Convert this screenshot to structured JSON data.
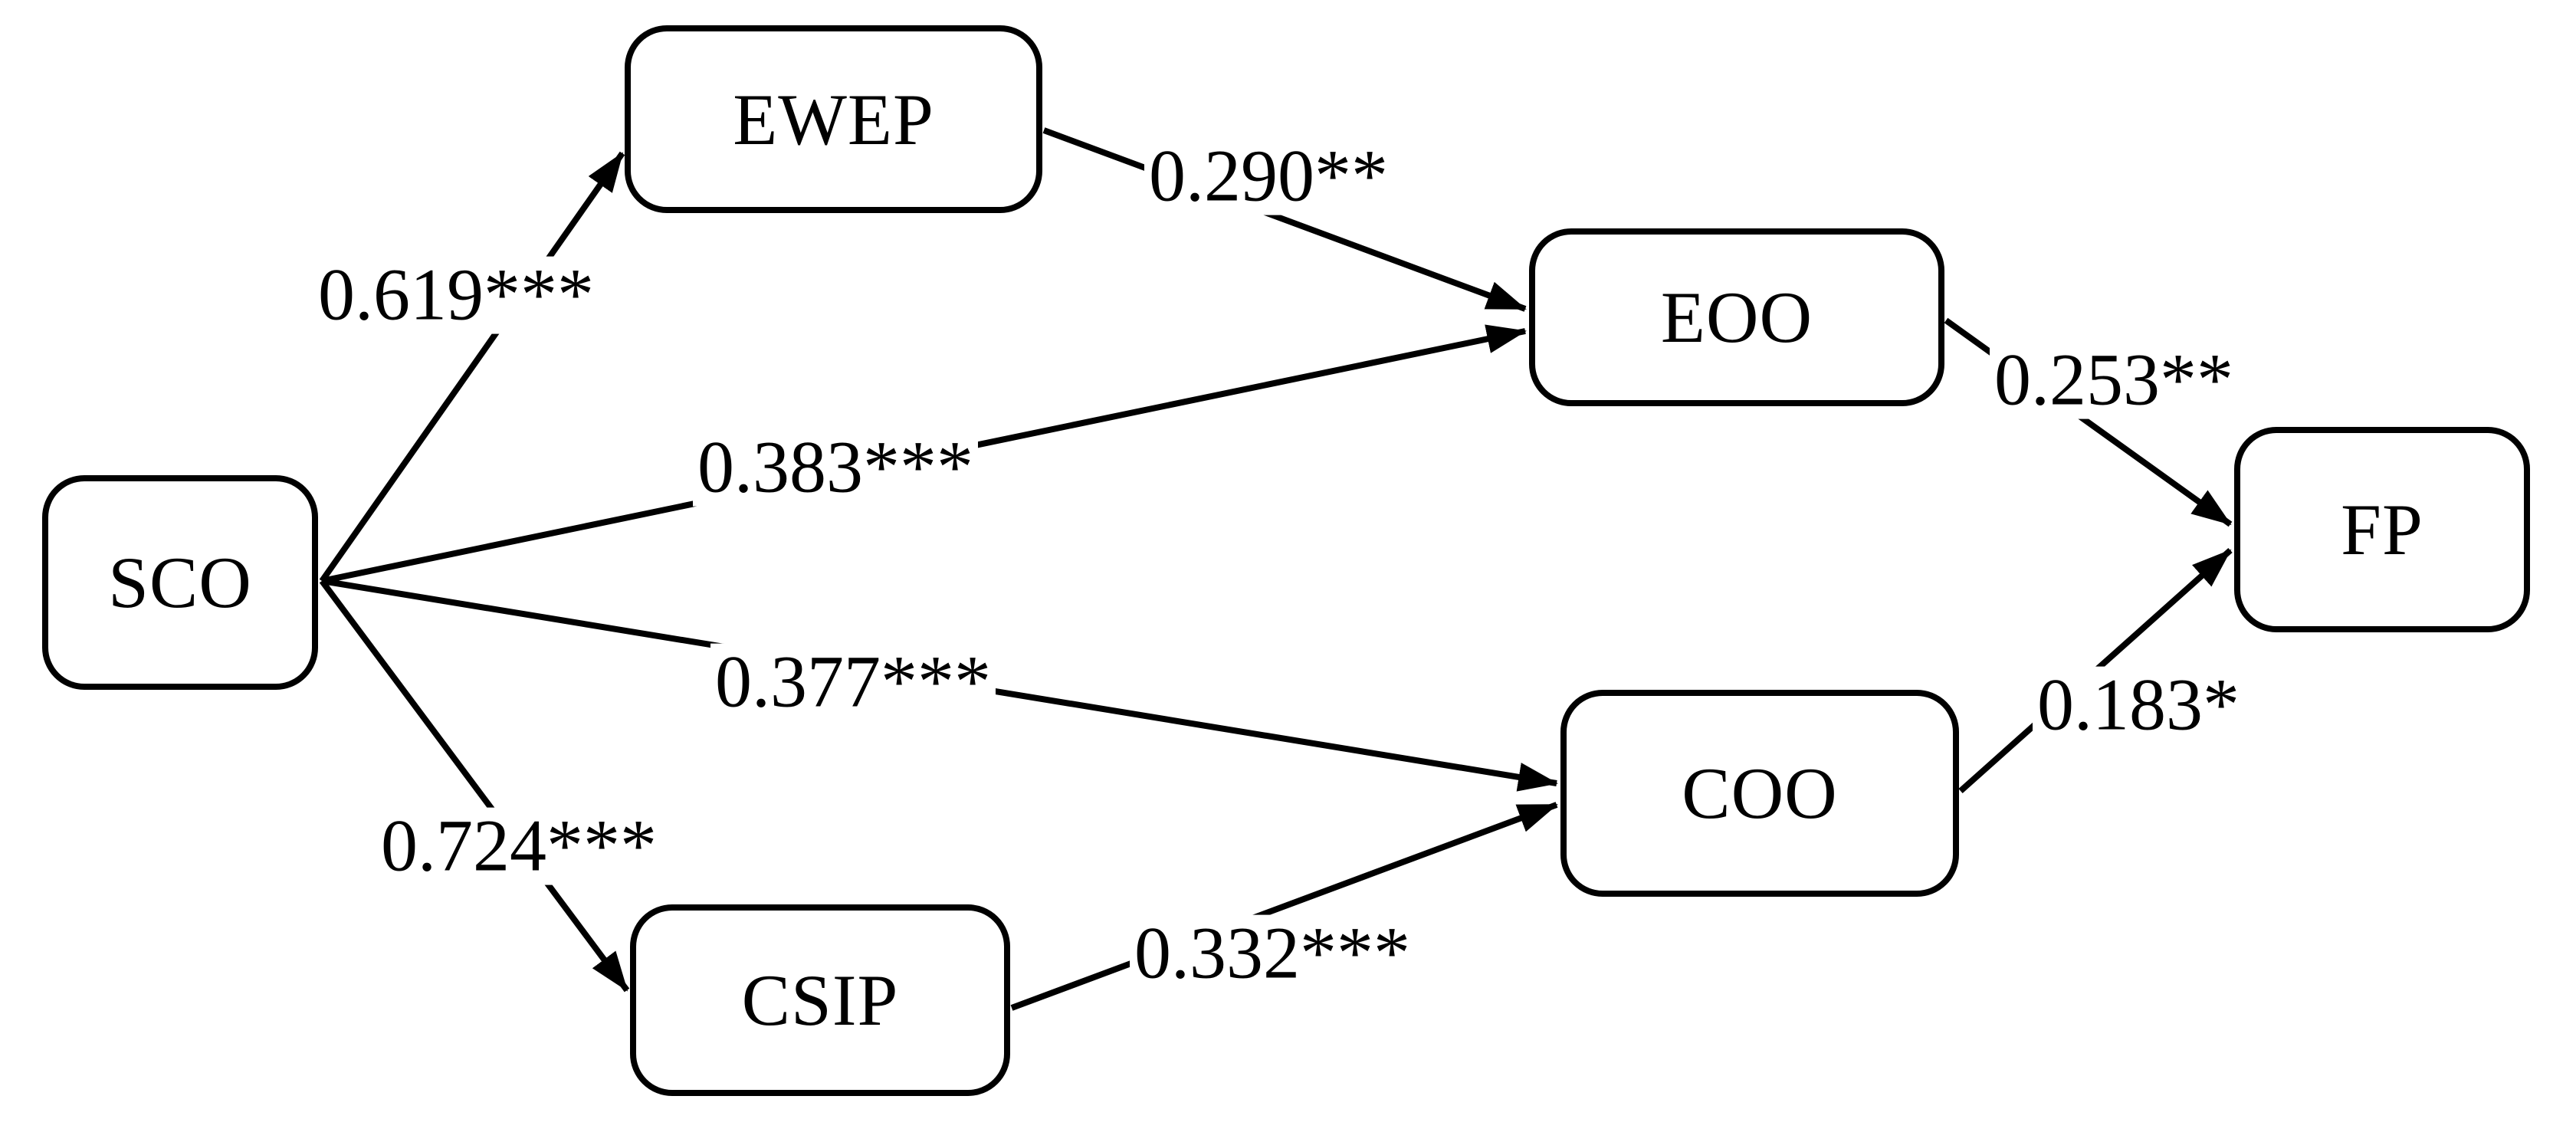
{
  "diagram": {
    "nodes": [
      {
        "id": "SCO",
        "label": "SCO"
      },
      {
        "id": "EWEP",
        "label": "EWEP"
      },
      {
        "id": "EOO",
        "label": "EOO"
      },
      {
        "id": "CSIP",
        "label": "CSIP"
      },
      {
        "id": "COO",
        "label": "COO"
      },
      {
        "id": "FP",
        "label": "FP"
      }
    ],
    "edges": [
      {
        "from": "SCO",
        "to": "EWEP",
        "label": "0.619***"
      },
      {
        "from": "EWEP",
        "to": "EOO",
        "label": "0.290**"
      },
      {
        "from": "SCO",
        "to": "EOO",
        "label": "0.383***"
      },
      {
        "from": "SCO",
        "to": "COO",
        "label": "0.377***"
      },
      {
        "from": "SCO",
        "to": "CSIP",
        "label": "0.724***"
      },
      {
        "from": "CSIP",
        "to": "COO",
        "label": "0.332***"
      },
      {
        "from": "EOO",
        "to": "FP",
        "label": "0.253**"
      },
      {
        "from": "COO",
        "to": "FP",
        "label": "0.183*"
      }
    ]
  },
  "colors": {
    "stroke": "#000000",
    "node_fill": "#ffffff",
    "background": "#ffffff"
  }
}
